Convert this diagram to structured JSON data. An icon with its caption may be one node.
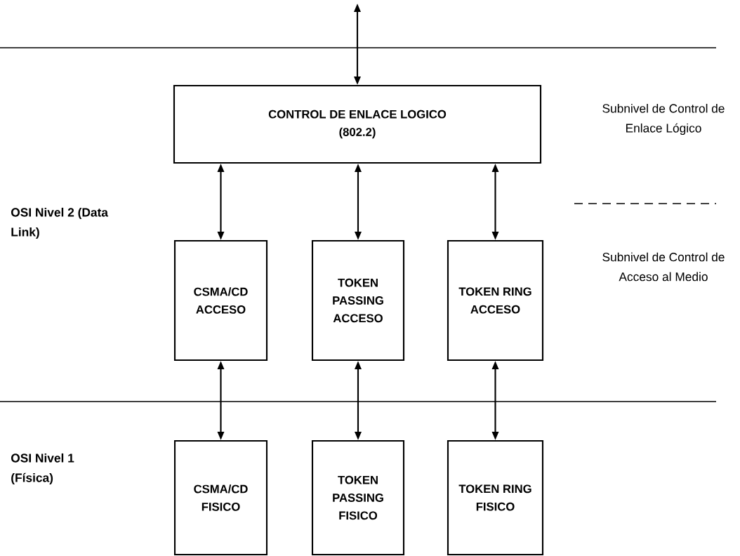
{
  "diagram": {
    "nodes": [
      {
        "text": [
          "CONTROL DE ENLACE LOGICO (802.2)"
        ]
      },
      {
        "text": [
          "CSMA/CD ACCESO"
        ]
      },
      {
        "text": [
          "TOKEN PASSING ACCESO"
        ]
      },
      {
        "text": [
          "TOKEN RING ACCESO"
        ]
      },
      {
        "text": [
          "CSMA/CD FISICO"
        ]
      },
      {
        "text": [
          "TOKEN PASSING FISICO"
        ]
      },
      {
        "text": [
          "TOKEN RING FISICO"
        ]
      }
    ],
    "edges": [
      {
        "from": null,
        "to": 0,
        "arrow": "both"
      },
      {
        "from": 0,
        "to": 1,
        "arrow": "both"
      },
      {
        "from": 0,
        "to": 2,
        "arrow": "both"
      },
      {
        "from": 0,
        "to": 3,
        "arrow": "both"
      },
      {
        "from": 1,
        "to": 4,
        "arrow": "both"
      },
      {
        "from": 2,
        "to": 5,
        "arrow": "both"
      },
      {
        "from": 3,
        "to": 6,
        "arrow": "both"
      }
    ],
    "labels": [
      "Subnivel de Control de Enlace Lógico",
      "OSI Nivel 2 (Data Link)",
      "Subnivel de Control de Acceso al Medio",
      "OSI Nivel 1 (Física)"
    ]
  }
}
